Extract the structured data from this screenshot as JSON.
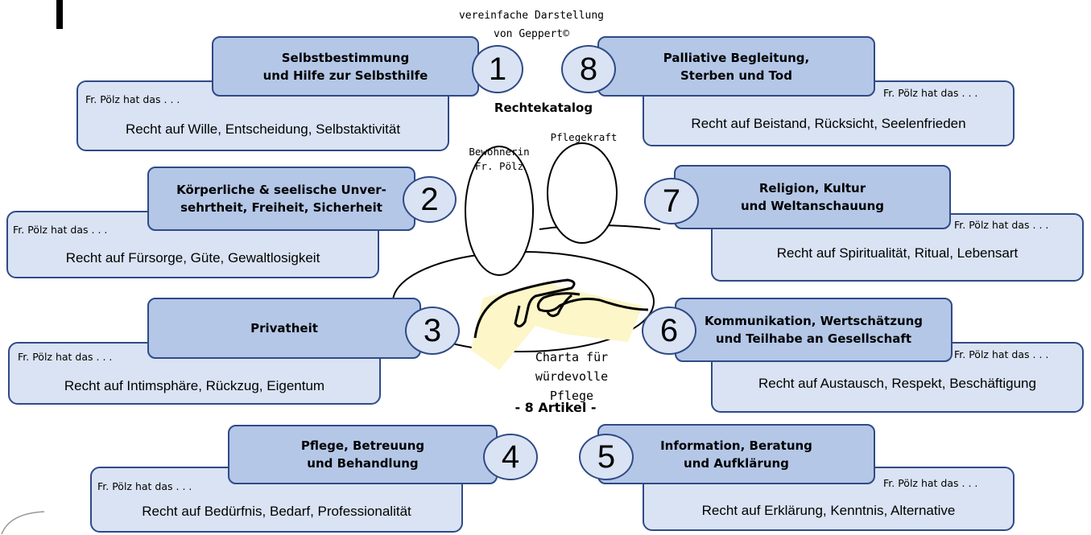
{
  "header": {
    "author_note": "vereinfache Darstellung\nvon Geppert©",
    "catalog_title": "Rechtekatalog"
  },
  "center": {
    "resident_label": "Bewohnerin\nFr. Pölz",
    "caregiver_label": "Pflegekraft",
    "charter_title": "Charta für\nwürdevolle Pflege",
    "articles_count": "- 8 Artikel -"
  },
  "articles": [
    {
      "number": "1",
      "title": "Selbstbestimmung\nund Hilfe zur Selbsthilfe",
      "intro": "Fr. Pölz hat das . . .",
      "rights": "Recht auf Wille, Entscheidung, Selbstaktivität"
    },
    {
      "number": "2",
      "title": "Körperliche & seelische Unver-\nsehrtheit, Freiheit, Sicherheit",
      "intro": "Fr. Pölz hat das . . .",
      "rights": "Recht auf Fürsorge, Güte, Gewaltlosigkeit"
    },
    {
      "number": "3",
      "title": "Privatheit",
      "intro": "Fr. Pölz hat das . . .",
      "rights": "Recht auf Intimsphäre, Rückzug, Eigentum"
    },
    {
      "number": "4",
      "title": "Pflege, Betreuung\nund Behandlung",
      "intro": "Fr. Pölz hat das . . .",
      "rights": "Recht auf Bedürfnis, Bedarf, Professionalität"
    },
    {
      "number": "5",
      "title": "Information, Beratung\nund Aufklärung",
      "intro": "Fr. Pölz hat das . . .",
      "rights": "Recht auf Erklärung, Kenntnis, Alternative"
    },
    {
      "number": "6",
      "title": "Kommunikation, Wertschätzung\nund Teilhabe an Gesellschaft",
      "intro": "Fr. Pölz hat das . . .",
      "rights": "Recht auf Austausch, Respekt, Beschäftigung"
    },
    {
      "number": "7",
      "title": "Religion, Kultur\nund Weltanschauung",
      "intro": "Fr. Pölz hat das . . .",
      "rights": "Recht auf Spiritualität, Ritual, Lebensart"
    },
    {
      "number": "8",
      "title": "Palliative Begleitung,\nSterben und Tod",
      "intro": "Fr. Pölz hat das . . .",
      "rights": "Recht auf Beistand, Rücksicht, Seelenfrieden"
    }
  ]
}
